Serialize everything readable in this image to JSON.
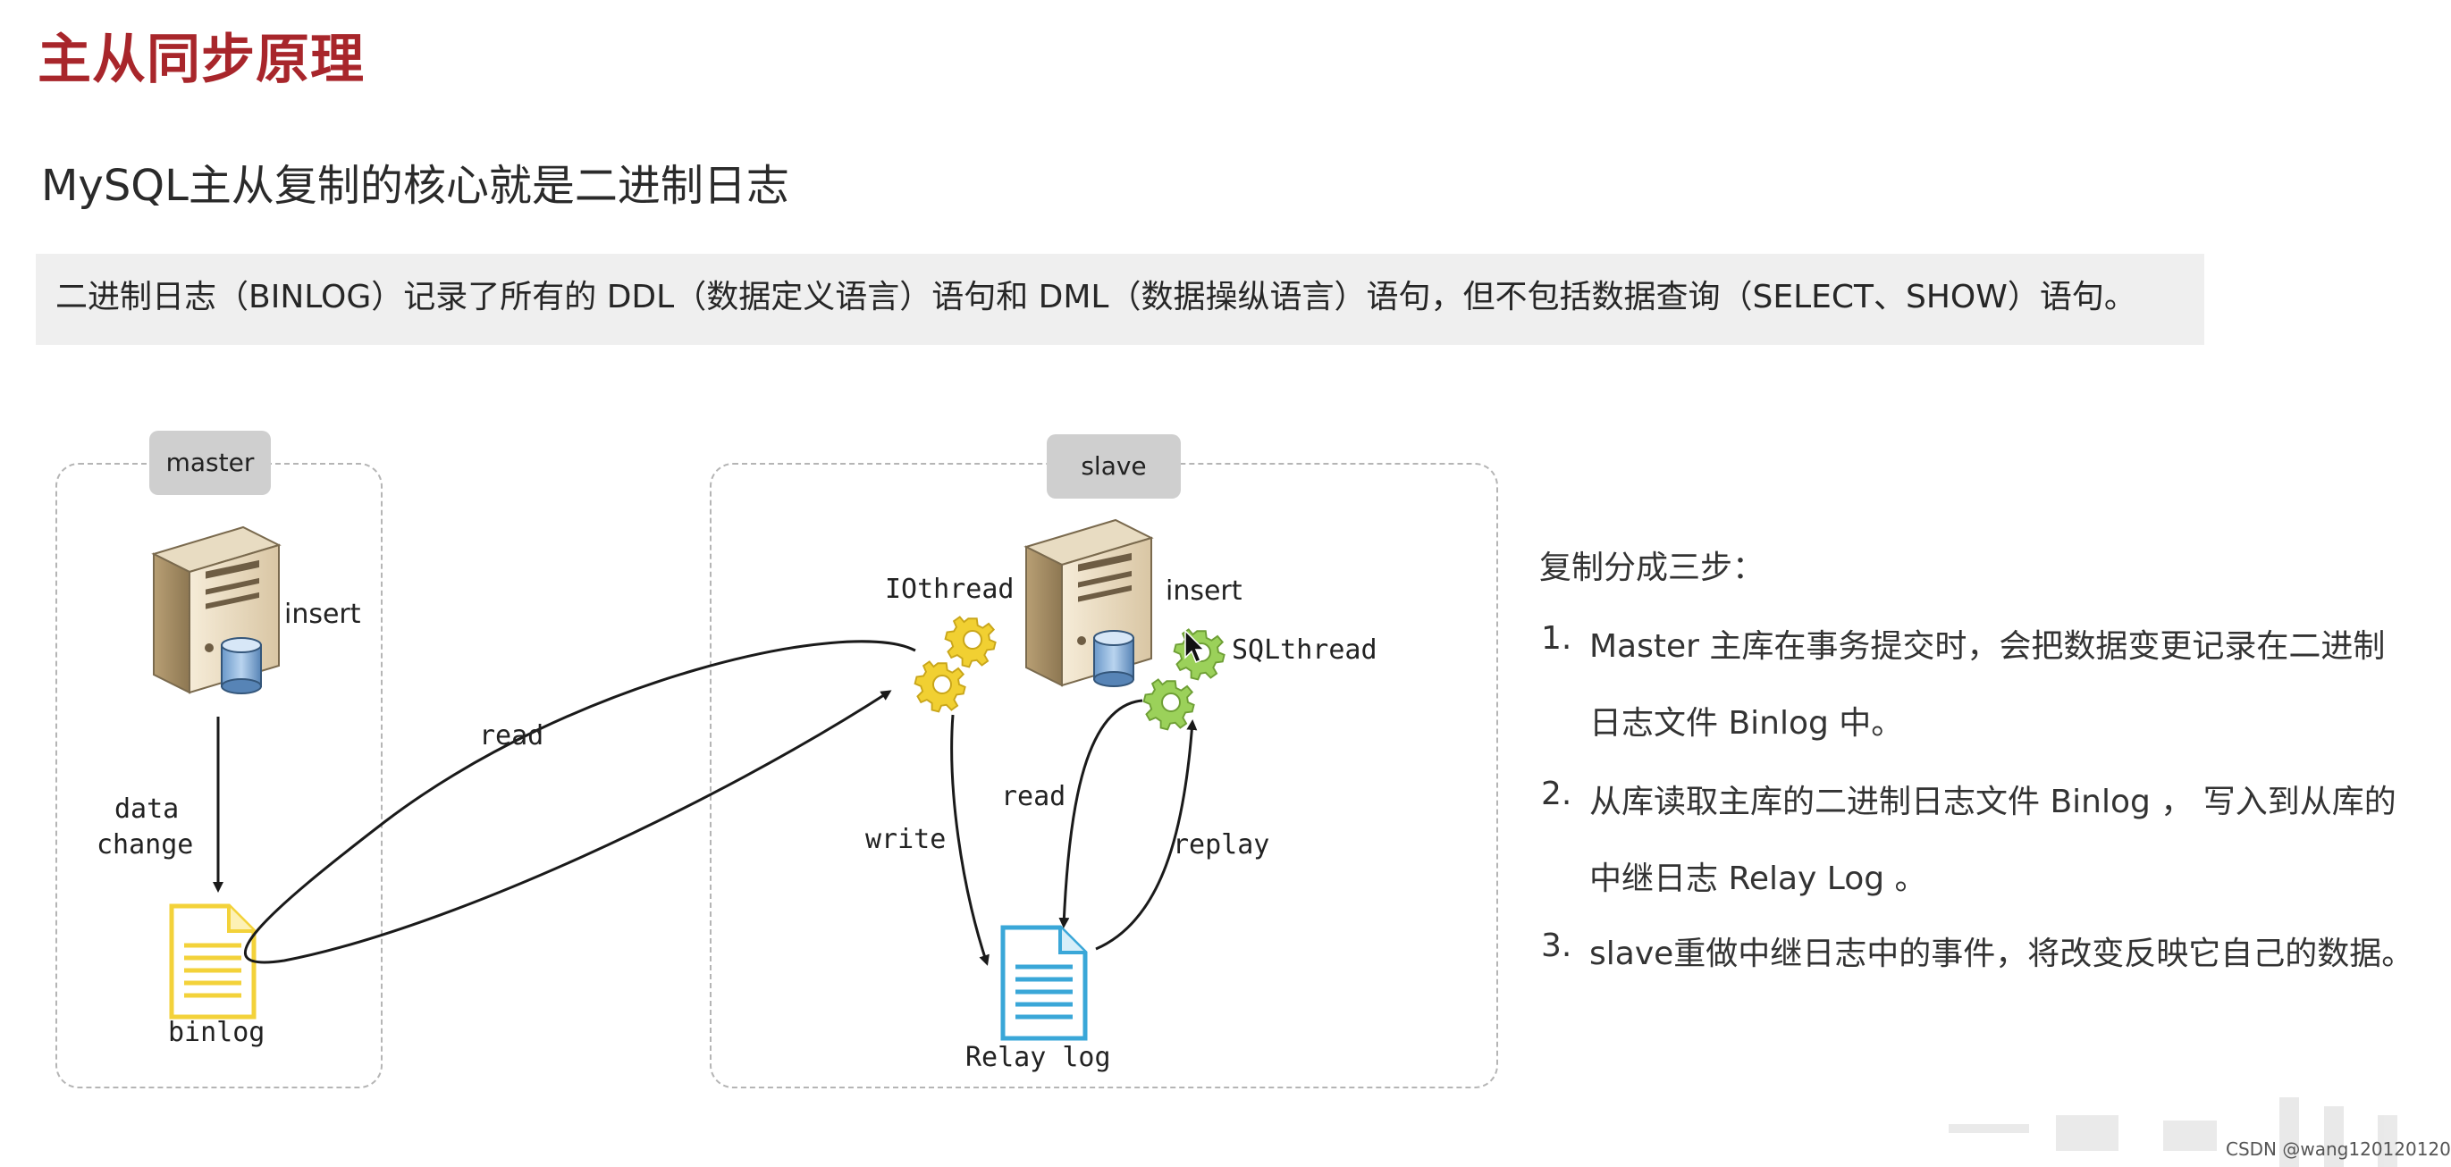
{
  "title": "主从同步原理",
  "subtitle": "MySQL主从复制的核心就是二进制日志",
  "note": "二进制日志（BINLOG）记录了所有的 DDL（数据定义语言）语句和 DML（数据操纵语言）语句，但不包括数据查询（SELECT、SHOW）语句。",
  "diagram": {
    "master_tag": "master",
    "slave_tag": "slave",
    "master_insert": "insert",
    "slave_insert": "insert",
    "data_change_line1": "data",
    "data_change_line2": "change",
    "binlog": "binlog",
    "read_master": "read",
    "iothread": "IOthread",
    "sqlthread": "SQLthread",
    "write": "write",
    "read_slave": "read",
    "replay": "replay",
    "relay_log": "Relay log"
  },
  "steps": {
    "heading": "复制分成三步：",
    "items": [
      {
        "num": "1.",
        "line1": "Master 主库在事务提交时，会把数据变更记录在二进制",
        "line2": "日志文件 Binlog 中。"
      },
      {
        "num": "2.",
        "line1": "从库读取主库的二进制日志文件 Binlog ， 写入到从库的",
        "line2": "中继日志 Relay Log 。"
      },
      {
        "num": "3.",
        "line1": "slave重做中继日志中的事件，将改变反映它自己的数据。",
        "line2": ""
      }
    ]
  },
  "credit": "CSDN @wang120120120",
  "colors": {
    "title": "#a8262b",
    "gear_yellow": "#f1d032",
    "gear_green": "#9bd15a",
    "binlog_doc": "#f3d23a",
    "relay_doc": "#3aa7d8"
  },
  "icons": [
    "server-icon",
    "gear-icon",
    "document-icon",
    "cursor-icon"
  ]
}
